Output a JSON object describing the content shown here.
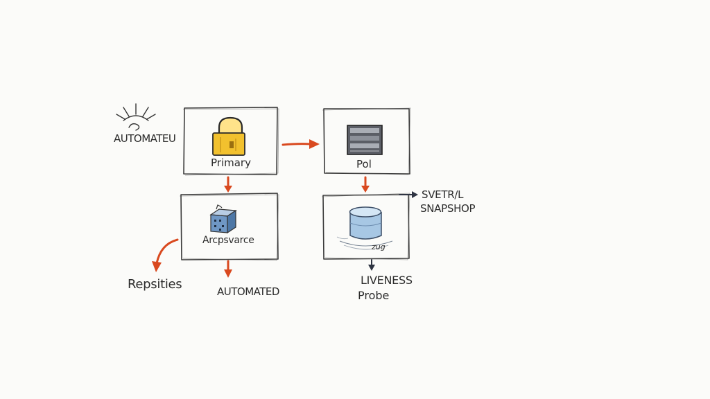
{
  "nodes": {
    "primary": {
      "label": "Primary",
      "icon": "padlock-icon"
    },
    "pol": {
      "label": "Pol",
      "icon": "server-rack-icon"
    },
    "archive": {
      "label": "Arcpsvarce",
      "icon": "storage-cube-icon"
    },
    "volume": {
      "label": "zug",
      "icon": "database-cylinder-icon"
    }
  },
  "annotations": {
    "automated_top": "AUTOMATEU",
    "automated_bottom": "AUTOMATED",
    "repositories": "Repsities",
    "snapshot_line1": "SVETR/L",
    "snapshot_line2": "SNAPSHOP",
    "liveness_line1": "LIVENESS",
    "liveness_line2": "Probe"
  },
  "colors": {
    "arrow_accent": "#d9491f",
    "arrow_dark": "#2e3442",
    "lock_yellow": "#f2c12e",
    "cube_blue": "#6f97c4",
    "cylinder_blue": "#a7c7e4"
  }
}
